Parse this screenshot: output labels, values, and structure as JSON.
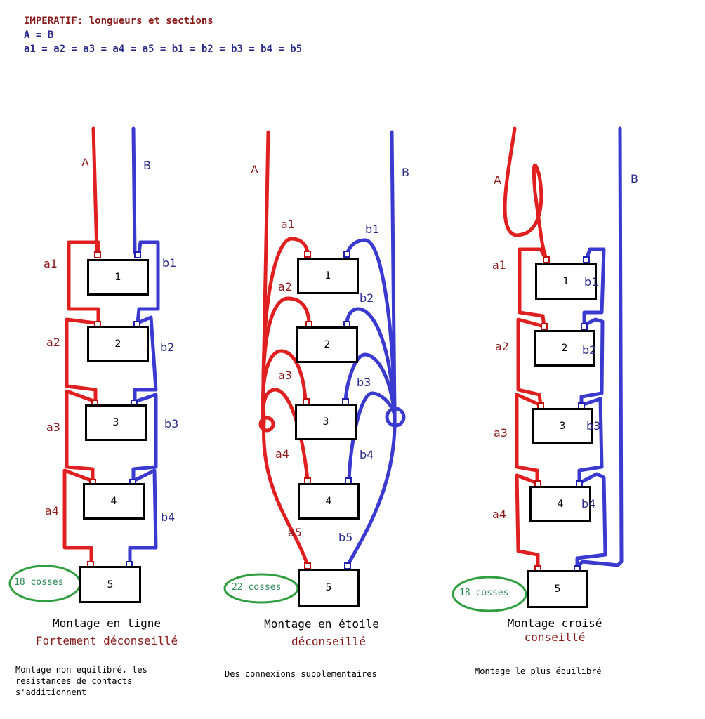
{
  "header": {
    "imperatif": "IMPERATIF:",
    "subtitle": "longueurs et sections",
    "line2": "A = B",
    "line3": "a1 = a2 = a3 = a4 = a5 = b1 = b2 = b3 = b4 = b5"
  },
  "colors": {
    "red_wire": "#e02020",
    "blue_wire": "#3a3ad0",
    "red_text": "#8b1a1a",
    "blue_text": "#2a2a8a",
    "ellipse": "#2e9e3e"
  },
  "diagrams": [
    {
      "title": "Montage en ligne",
      "verdict": "Fortement déconseillé",
      "note": "Montage non equilibré, les resistances de contacts s'additionnent",
      "cosses": "18 cosses",
      "labels": {
        "A": "A",
        "B": "B",
        "a": [
          "a1",
          "a2",
          "a3",
          "a4"
        ],
        "b": [
          "b1",
          "b2",
          "b3",
          "b4"
        ]
      },
      "boxes": [
        "1",
        "2",
        "3",
        "4",
        "5"
      ]
    },
    {
      "title": "Montage en étoile",
      "verdict": "déconseillé",
      "note": "Des  connexions supplementaires",
      "cosses": "22 cosses",
      "labels": {
        "A": "A",
        "B": "B",
        "a": [
          "a1",
          "a2",
          "a3",
          "a4",
          "a5"
        ],
        "b": [
          "b1",
          "b2",
          "b3",
          "b4",
          "b5"
        ]
      },
      "boxes": [
        "1",
        "2",
        "3",
        "4",
        "5"
      ]
    },
    {
      "title": "Montage croisé",
      "verdict": "conseillé",
      "note": "Montage le plus équilibré",
      "cosses": "18 cosses",
      "labels": {
        "A": "A",
        "B": "B",
        "a": [
          "a1",
          "a2",
          "a3",
          "a4"
        ],
        "b": [
          "b1",
          "b2",
          "b3",
          "b4"
        ]
      },
      "boxes": [
        "1",
        "2",
        "3",
        "4",
        "5"
      ]
    }
  ]
}
